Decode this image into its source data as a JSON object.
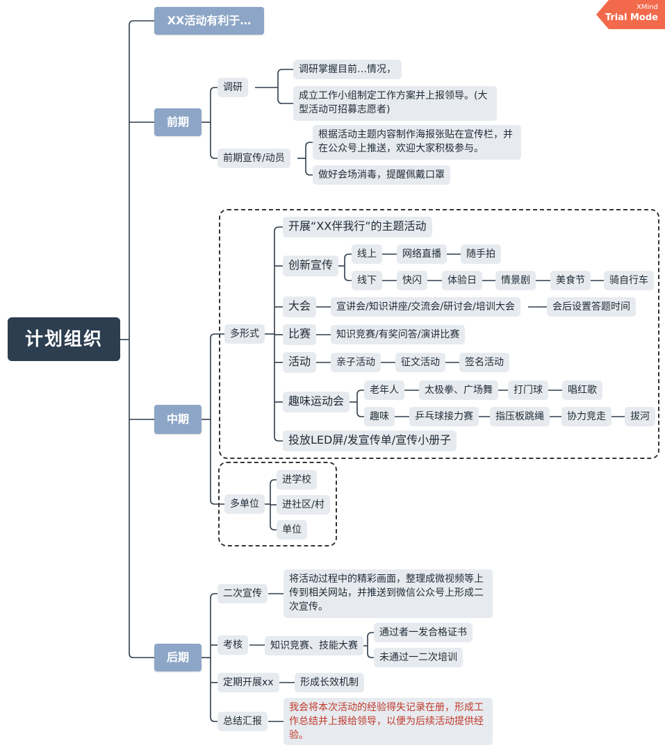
{
  "root": "计划组织",
  "watermark": {
    "brand": "XMind",
    "mode": "Trial Mode"
  },
  "top": "XX活动有利于…",
  "early": {
    "label": "前期",
    "research": {
      "label": "调研",
      "items": [
        "调研掌握目前…情况，",
        "成立工作小组制定工作方案并上报领导。(大型活动可招募志愿者)"
      ]
    },
    "promo": {
      "label": "前期宣传/动员",
      "items": [
        "根据活动主题内容制作海报张贴在宣传栏，并在公众号上推送，欢迎大家积极参与。",
        "做好会场消毒，提醒佩戴口罩"
      ]
    }
  },
  "mid": {
    "label": "中期",
    "forms": {
      "label": "多形式",
      "theme": "开展“XX伴我行”的主题活动",
      "innovate": {
        "label": "创新宣传",
        "online": [
          "线上",
          "网络直播",
          "随手拍"
        ],
        "offline": [
          "线下",
          "快闪",
          "体验日",
          "情景剧",
          "美食节",
          "骑自行车"
        ]
      },
      "conference": [
        "大会",
        "宣讲会/知识讲座/交流会/研讨会/培训大会",
        "会后设置答题时间"
      ],
      "contest": [
        "比赛",
        "知识竞赛/有奖问答/演讲比赛"
      ],
      "activity": [
        "活动",
        "亲子活动",
        "征文活动",
        "签名活动"
      ],
      "sports": {
        "label": "趣味运动会",
        "elderly": [
          "老年人",
          "太极拳、广场舞",
          "打门球",
          "唱红歌"
        ],
        "fun": [
          "趣味",
          "乒乓球接力赛",
          "指压板跳绳",
          "协力竞走",
          "拔河"
        ]
      },
      "media": "投放LED屏/发宣传单/宣传小册子"
    },
    "units": {
      "label": "多单位",
      "items": [
        "进学校",
        "进社区/村",
        "单位"
      ]
    }
  },
  "late": {
    "label": "后期",
    "second": {
      "label": "二次宣传",
      "text": "将活动过程中的精彩画面，整理成微视频等上传到相关网站，并推送到微信公众号上形成二次宣传。"
    },
    "assess": {
      "label": "考核",
      "mid": "知识竞赛、技能大赛",
      "items": [
        "通过者一发合格证书",
        "未通过一二次培训"
      ]
    },
    "regular": {
      "label": "定期开展xx",
      "text": "形成长效机制"
    },
    "summary": {
      "label": "总结汇报",
      "text": "我会将本次活动的经验得失记录在册，形成工作总结并上报给领导，以便为后续活动提供经验。"
    }
  },
  "colors": {
    "root_bg": "#2c3e50",
    "level1_bg": "#8da6c7",
    "node_bg": "#e7ebef",
    "line": "#2f3b48",
    "highlight_text": "#c0392b",
    "badge": "#f26a4b"
  }
}
